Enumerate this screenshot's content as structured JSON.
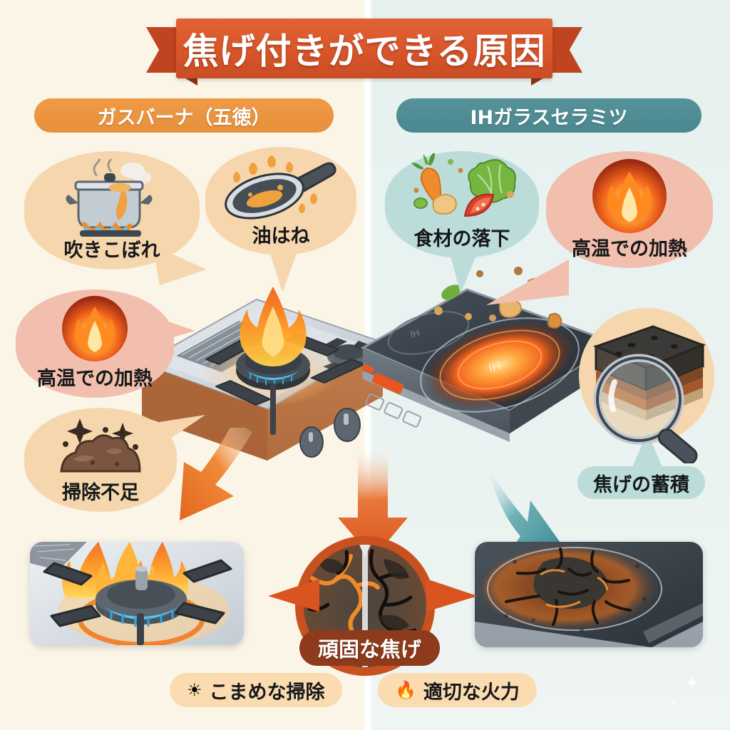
{
  "title": {
    "text": "焦げ付きができる原因"
  },
  "sections": [
    {
      "id": "gas",
      "label": "ガスバーナ（五徳）",
      "color": "#e8903c"
    },
    {
      "id": "ih",
      "label": "IHガラスセラミツ",
      "color": "#4b878f"
    }
  ],
  "causes_left": [
    {
      "label": "吹きこぼれ",
      "icon": "boiling-pot-icon",
      "bubble": "peach"
    },
    {
      "label": "油はね",
      "icon": "frying-pan-icon",
      "bubble": "peach"
    },
    {
      "label": "高温での加熱",
      "icon": "flame-icon",
      "bubble": "rose"
    },
    {
      "label": "掃除不足",
      "icon": "dirt-pile-icon",
      "bubble": "peach"
    }
  ],
  "causes_right": [
    {
      "label": "食材の落下",
      "icon": "vegetables-icon",
      "bubble": "teal"
    },
    {
      "label": "高温での加熱",
      "icon": "flame-icon",
      "bubble": "rose"
    },
    {
      "label": "焦げの蓄積",
      "icon": "magnifier-char-icon",
      "bubble": "teal"
    }
  ],
  "appliances": {
    "gas": {
      "name": "gas-burner-illustration",
      "burner_label": ""
    },
    "ih": {
      "name": "ih-cooktop-illustration",
      "hob_label": "IH"
    }
  },
  "result": {
    "label": "頑固な焦げ",
    "color": "#8e3a1c"
  },
  "tips": [
    {
      "icon": "sun-icon",
      "label": "こまめな掃除"
    },
    {
      "icon": "flame-icon",
      "label": "適切な火力"
    }
  ],
  "colors": {
    "bg_left": "#fbf5e8",
    "bg_right": "#e6f1ef",
    "accent_orange": "#e0662f",
    "accent_teal": "#4b878f",
    "bubble_peach": "#f6d7ad",
    "bubble_rose": "#f2bfae",
    "bubble_teal": "#bcdcda"
  }
}
